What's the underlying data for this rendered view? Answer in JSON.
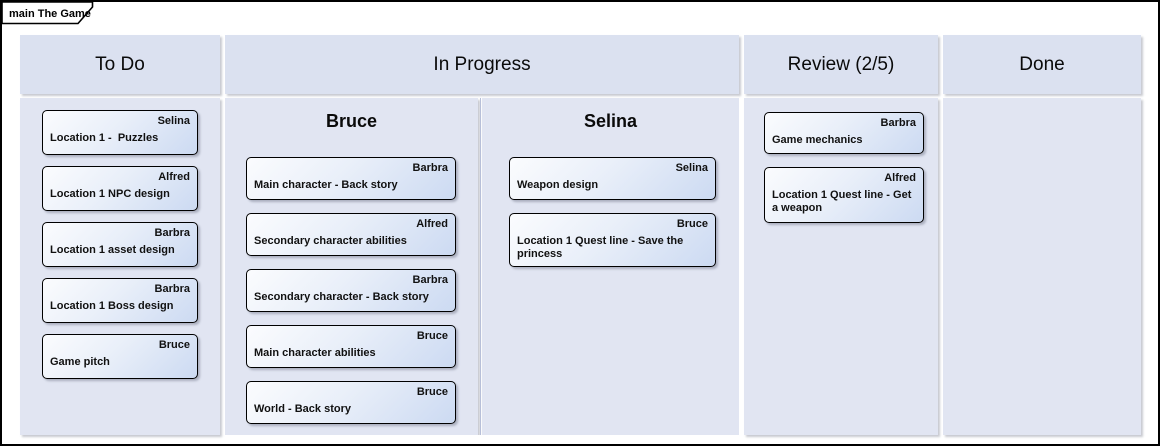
{
  "frame": {
    "tab_label": "main The Game"
  },
  "board": {
    "columns": [
      {
        "id": "todo",
        "title": "To Do",
        "cards": [
          {
            "name": "Selina",
            "title": "Location 1 -  Puzzles"
          },
          {
            "name": "Alfred",
            "title": "Location 1 NPC design"
          },
          {
            "name": "Barbra",
            "title": "Location 1 asset design"
          },
          {
            "name": "Barbra",
            "title": "Location 1 Boss design"
          },
          {
            "name": "Bruce",
            "title": "Game pitch"
          }
        ]
      },
      {
        "id": "in-progress",
        "title": "In Progress",
        "sublanes": [
          {
            "title": "Bruce",
            "cards": [
              {
                "name": "Barbra",
                "title": "Main character - Back story"
              },
              {
                "name": "Alfred",
                "title": "Secondary character abilities"
              },
              {
                "name": "Barbra",
                "title": "Secondary character - Back story"
              },
              {
                "name": "Bruce",
                "title": "Main character abilities"
              },
              {
                "name": "Bruce",
                "title": "World - Back story"
              }
            ]
          },
          {
            "title": "Selina",
            "cards": [
              {
                "name": "Selina",
                "title": "Weapon design"
              },
              {
                "name": "Bruce",
                "title": "Location 1 Quest line - Save the princess"
              }
            ]
          }
        ]
      },
      {
        "id": "review",
        "title": "Review (2/5)",
        "cards": [
          {
            "name": "Barbra",
            "title": "Game mechanics"
          },
          {
            "name": "Alfred",
            "title": "Location 1 Quest line - Get a weapon"
          }
        ]
      },
      {
        "id": "done",
        "title": "Done",
        "cards": []
      }
    ]
  },
  "colors": {
    "header_bg": "#dbe1f0",
    "lane_bg": "#e1e5f2",
    "card_gradient_start": "#fbfcfe",
    "card_gradient_end": "#ccdaf2",
    "card_border": "#000000",
    "frame_border": "#000000",
    "lane_divider": "#b7bfd8"
  }
}
